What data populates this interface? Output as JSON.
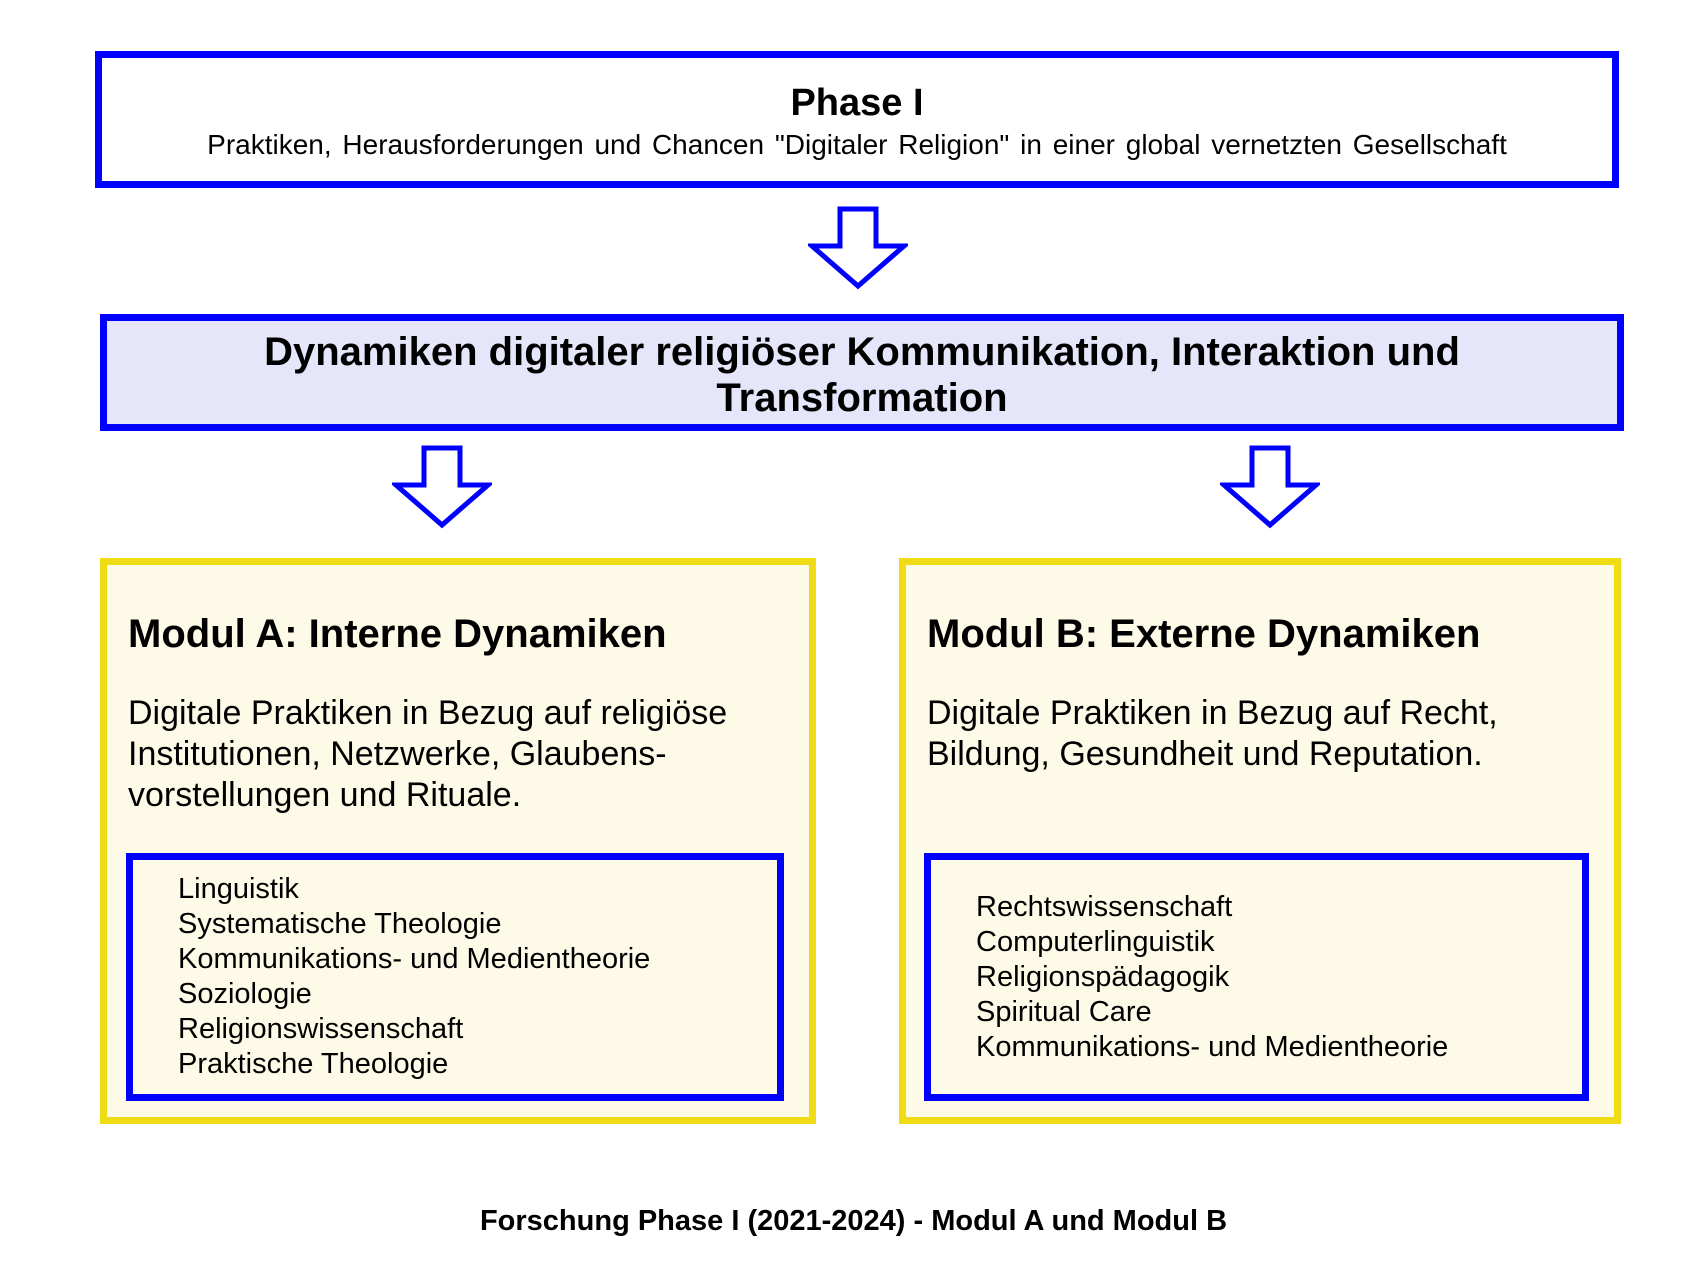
{
  "phase": {
    "title": "Phase I",
    "subtitle": "Praktiken, Herausforderungen und Chancen \"Digitaler Religion\" in einer global vernetzten Gesellschaft"
  },
  "dynamics": {
    "line1": "Dynamiken digitaler religiöser Kommunikation, Interaktion und",
    "line2": "Transformation"
  },
  "modules": [
    {
      "title": "Modul A: Interne Dynamiken",
      "description": [
        "Digitale Praktiken in Bezug auf religiöse",
        "Institutionen, Netzwerke, Glaubens-",
        "vorstellungen und Rituale."
      ],
      "disciplines": [
        "Linguistik",
        "Systematische Theologie",
        "Kommunikations- und Medientheorie",
        "Soziologie",
        "Religionswissenschaft",
        "Praktische Theologie"
      ]
    },
    {
      "title": "Modul B: Externe Dynamiken",
      "description": [
        "Digitale Praktiken in Bezug auf Recht,",
        "Bildung, Gesundheit und Reputation."
      ],
      "disciplines": [
        "Rechtswissenschaft",
        "Computerlinguistik",
        "Religionspädagogik",
        "Spiritual Care",
        "Kommunikations- und Medientheorie"
      ]
    }
  ],
  "footer": "Forschung Phase I (2021-2024)  - Modul A und Modul B",
  "colors": {
    "blue": "#0000ff",
    "yellow": "#f0dc14",
    "lavender": "#e6e6fb",
    "cream": "#fdfae8"
  }
}
